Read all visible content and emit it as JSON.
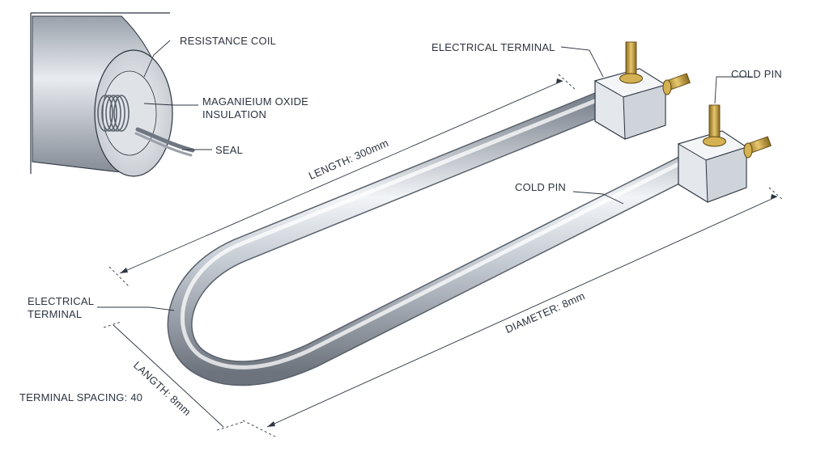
{
  "labels": {
    "resistance_coil": "RESISTANCE COIL",
    "insulation_line1": "MAGANIEIUM OXIDE",
    "insulation_line2": "INSULATION",
    "seal": "SEAL",
    "electrical_terminal_top": "ELECTRICAL TERMINAL",
    "cold_pin_top": "COLD PIN",
    "cold_pin_mid": "COLD PIN",
    "length_main": "LENGTH: 300mm",
    "electrical_terminal_left_line1": "ELECTRICAL",
    "electrical_terminal_left_line2": "TERMINAL",
    "diameter": "DIAMETER: 8mm",
    "length_small": "LANGTH: 8mm",
    "terminal_spacing": "TERMINAL SPACING: 40"
  },
  "colors": {
    "line": "#2c3440",
    "tube_light": "#eef1f5",
    "tube_mid": "#b9c0c9",
    "tube_dark": "#6f7782",
    "brass": "#c9a64a",
    "block": "#dfe3e8"
  }
}
